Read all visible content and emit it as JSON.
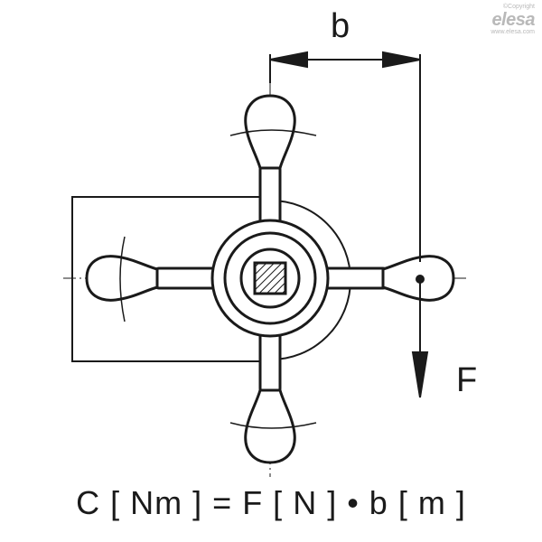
{
  "logo": {
    "copyright": "©Copyright",
    "name": "elesa",
    "url": "www.elesa.com"
  },
  "labels": {
    "dimension": "b",
    "force": "F",
    "formula": "C [ Nm ] = F [ N ] • b [ m ]"
  },
  "colors": {
    "ink": "#1a1a1a",
    "logo": "#b9b9b9",
    "background": "#ffffff"
  }
}
